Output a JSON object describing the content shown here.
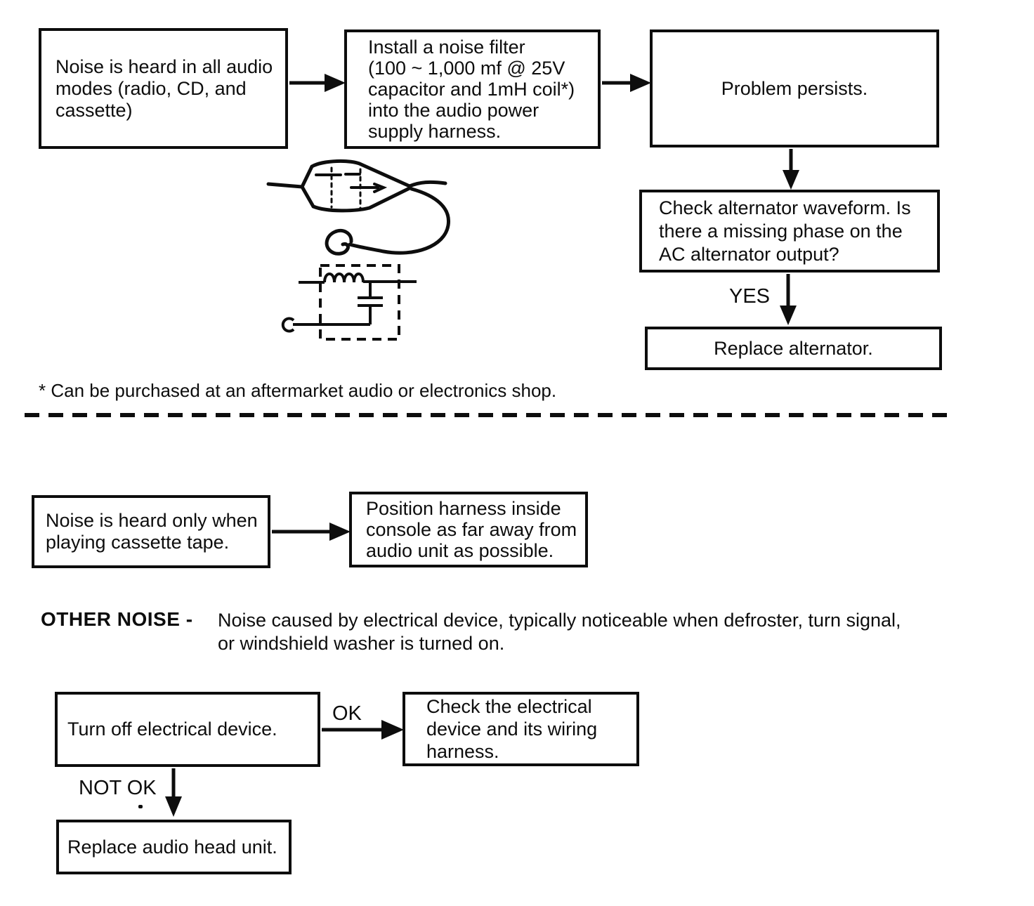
{
  "colors": {
    "ink": "#0d0d0d",
    "paper": "#ffffff"
  },
  "top_flow": {
    "noise_all_modes": "Noise is heard in all audio\nmodes (radio, CD, and\ncassette)",
    "install_filter": "Install a noise filter\n(100 ~ 1,000 mf @ 25V\ncapacitor and 1mH coil*)\ninto the audio power\nsupply harness.",
    "problem_persists": "Problem persists.",
    "check_alternator": "Check alternator waveform. Is\nthere a missing phase on the\nAC alternator output?",
    "yes_label": "YES",
    "replace_alternator": "Replace alternator.",
    "footnote": "* Can be purchased at an aftermarket audio or electronics shop."
  },
  "cassette_flow": {
    "noise_cassette_only": "Noise is heard only when\nplaying cassette tape.",
    "position_harness": "Position harness inside\nconsole as far away from\naudio unit as possible."
  },
  "other_noise": {
    "heading": "OTHER NOISE -",
    "description": "Noise caused by electrical device, typically noticeable when defroster, turn signal,\nor windshield washer is turned on."
  },
  "other_flow": {
    "turn_off_device": "Turn off electrical device.",
    "ok_label": "OK",
    "check_device": "Check the electrical\ndevice and its wiring\nharness.",
    "not_ok_label": "NOT OK",
    "replace_head_unit": "Replace audio head unit."
  }
}
